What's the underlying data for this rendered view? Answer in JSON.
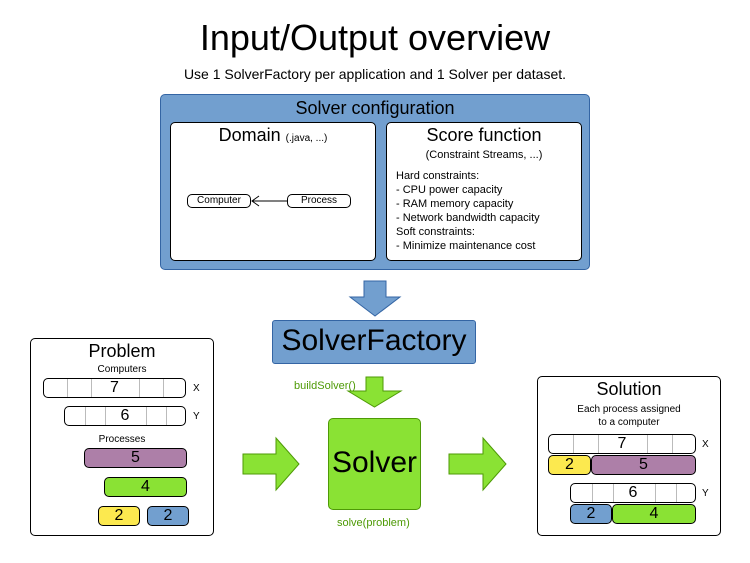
{
  "header": {
    "title": "Input/Output overview",
    "subtitle": "Use 1 SolverFactory per application and 1 Solver per dataset."
  },
  "config": {
    "title": "Solver configuration",
    "domain": {
      "title": "Domain",
      "hint": "(.java, ...)",
      "class_left": "Computer",
      "class_right": "Process"
    },
    "score": {
      "title": "Score function",
      "subtitle": "(Constraint Streams, ...)",
      "lines": [
        "Hard constraints:",
        "- CPU power capacity",
        "- RAM memory capacity",
        "- Network bandwidth capacity",
        "Soft constraints:",
        "- Minimize maintenance cost"
      ]
    }
  },
  "factory": {
    "label": "SolverFactory",
    "build_call": "buildSolver()"
  },
  "solver": {
    "label": "Solver",
    "solve_call": "solve(problem)"
  },
  "problem": {
    "title": "Problem",
    "computers_label": "Computers",
    "computer_x": "7",
    "computer_y": "6",
    "letter_x": "X",
    "letter_y": "Y",
    "processes_label": "Processes",
    "processes": [
      "5",
      "4",
      "2",
      "2"
    ]
  },
  "solution": {
    "title": "Solution",
    "caption_line1": "Each process assigned",
    "caption_line2": "to a computer",
    "computer_x": "7",
    "computer_y": "6",
    "letter_x": "X",
    "letter_y": "Y",
    "x_processes": [
      "2",
      "5"
    ],
    "y_processes": [
      "2",
      "4"
    ]
  },
  "colors": {
    "blue": "#729fcf",
    "blue_border": "#3465a4",
    "green": "#8ae234",
    "green_dark": "#4e9a06",
    "purple": "#ad7fa8",
    "yellow": "#fce94f"
  }
}
